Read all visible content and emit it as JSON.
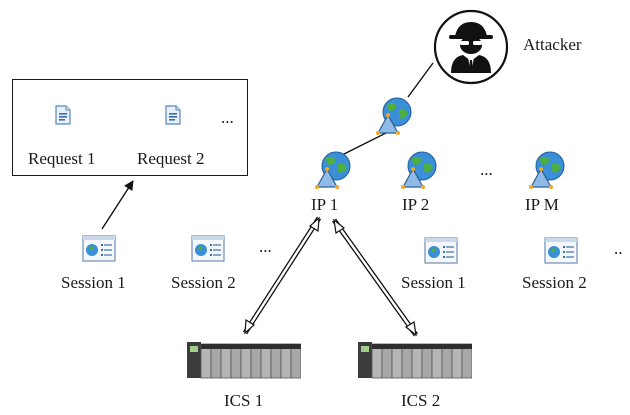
{
  "attacker": {
    "label": "Attacker",
    "icon": "spy-icon"
  },
  "requests": {
    "items": [
      "Request 1",
      "Request 2"
    ],
    "more": "...",
    "icon": "document-icon"
  },
  "ips": {
    "items": [
      "IP 1",
      "IP 2",
      "IP M"
    ],
    "more": "...",
    "icon": "globe-node-icon"
  },
  "sessions": {
    "left": [
      "Session 1",
      "Session 2"
    ],
    "left_more": "...",
    "right": [
      "Session 1",
      "Session 2"
    ],
    "right_more": "..",
    "icon": "browser-window-icon"
  },
  "ics": {
    "items": [
      "ICS 1",
      "ICS 2"
    ],
    "icon": "plc-rack-icon"
  },
  "colors": {
    "line": "#111111",
    "globe": "#3a8fd8",
    "land": "#4caf3f",
    "triangle": "#8fbbe6",
    "plc": "#9a9a9a"
  }
}
